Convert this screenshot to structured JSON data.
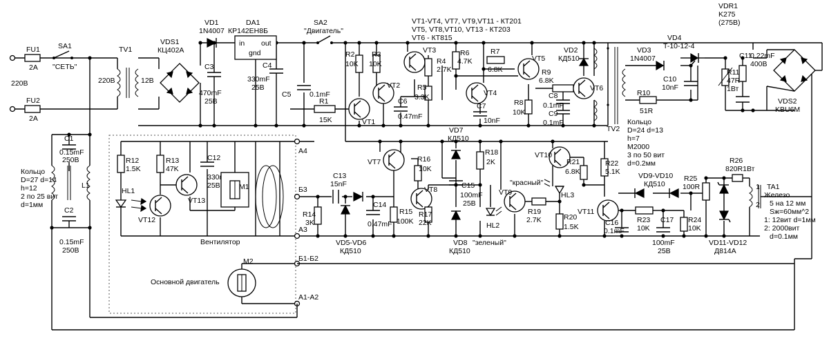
{
  "mains": {
    "voltage": "220В",
    "fu1": "FU1",
    "fu1_val": "2A",
    "fu2": "FU2",
    "fu2_val": "2A",
    "sa1": "SA1",
    "sa1_name": "\"СЕТЬ\""
  },
  "emi_filter": {
    "c1": "C1",
    "c1_val": "0.15mF",
    "c1_volt": "250В",
    "c2": "C2",
    "c2_val": "0.15mF",
    "c2_volt": "250В",
    "l1": "L1",
    "core": [
      "Кольцо",
      "D=27 d=14",
      "h=12",
      "2 по 25 вит",
      "d=1мм"
    ]
  },
  "supply": {
    "tv1": "TV1",
    "tv1_primary": "220В",
    "tv1_secondary": "12В",
    "vds1": "VDS1",
    "vds1_type": "КЦ402А",
    "vd1": "VD1",
    "vd1_type": "1N4007",
    "da1": "DA1",
    "da1_type": "КР142ЕН8Б",
    "da1_in": "in",
    "da1_out": "out",
    "da1_gnd": "gnd",
    "c3": "C3",
    "c3_val": "470mF",
    "c3_volt": "25В",
    "c4": "C4",
    "c4_val": "330mF",
    "c4_volt": "25В",
    "c5": "C5",
    "c5_val": "0.1mF",
    "sa2": "SA2",
    "sa2_name": "\"Двигатель\"",
    "r1": "R1",
    "r1_val": "15K"
  },
  "transistor_legend": [
    "VT1-VT4, VT7, VT9,VT11 - КТ201",
    "VT5, VT8,VT10, VT13 - КТ203",
    "VT6 - КТ815"
  ],
  "oscillator": {
    "vt1": "VT1",
    "vt2": "VT2",
    "vt3": "VT3",
    "vt4": "VT4",
    "vt5": "VT5",
    "vt6": "VT6",
    "r2": "R2",
    "r2_val": "10K",
    "r3": "R3",
    "r3_val": "10K",
    "r4": "R4",
    "r4_val": "2.7K",
    "r5": "R5",
    "r5_val": "3.3K",
    "r6": "R6",
    "r6_val": "4.7K",
    "r7": "R7",
    "r7_val": "6.8K",
    "r8": "R8",
    "r8_val": "10K",
    "r9": "R9",
    "r9_val": "6.8K",
    "c6": "C6",
    "c6_val": "0.47mF",
    "c7": "C7",
    "c7_val": "10nF",
    "c8": "C8",
    "c8_val": "0.1mF",
    "c9": "C9",
    "c9_val": "0.1mF",
    "vd2": "VD2",
    "vd2_type": "КД510",
    "tv2": "TV2",
    "tv2_core": [
      "Кольцо",
      "D=24 d=13",
      "h=7",
      "M2000",
      "3 по 50 вит",
      "d=0.2мм"
    ]
  },
  "power_stage": {
    "vd3": "VD3",
    "vd3_type": "1N4007",
    "vd4": "VD4",
    "vd4_type": "T-10-12-4",
    "vdr1": "VDR1",
    "vdr1_type": "K275",
    "vdr1_volt": "(275B)",
    "c10": "C10",
    "c10_val": "10nF",
    "c11": "C11",
    "c11_val": "0.22mF",
    "c11_volt": "400В",
    "r10": "R10",
    "r10_val": "51R",
    "r11": "R11",
    "r11_val": "47R",
    "r11_power": "1Вт",
    "vds2": "VDS2",
    "vds2_type": "KBU6M"
  },
  "fan_module": {
    "title": "Вентилятор",
    "r12": "R12",
    "r12_val": "1.5K",
    "r13": "R13",
    "r13_val": "47K",
    "c12": "C12",
    "c12_val": "330mF",
    "c12_volt": "25В",
    "hl1": "HL1",
    "vt12": "VT12",
    "vt13": "VT13",
    "m1": "M1",
    "motor_title": "Основной двигатель",
    "m2": "M2"
  },
  "terminals": {
    "a4": "A4",
    "b3": "Б3",
    "a3": "A3",
    "b12": "Б1-Б2",
    "a12": "A1-A2"
  },
  "control": {
    "c13": "C13",
    "c13_val": "15nF",
    "c14": "C14",
    "c14_val": "0.47mF",
    "r14": "R14",
    "r14_val": "3K",
    "vd56": "VD5-VD6",
    "vd56_type": "КД510",
    "vt7": "VT7",
    "vt8": "VT8",
    "vt9": "VT9",
    "vt10": "VT10",
    "vt11": "VT11",
    "r15": "R15",
    "r15_val": "100K",
    "r16": "R16",
    "r16_val": "10K",
    "r17": "R17",
    "r17_val": "22K",
    "r18": "R18",
    "r18_val": "2K",
    "vd7": "VD7",
    "vd7_type": "КД510",
    "vd8": "VD8",
    "vd8_type": "КД510",
    "c15": "C15",
    "c15_val": "100mF",
    "c15_volt": "25В",
    "hl2": "HL2",
    "hl2_name": "\"зеленый\"",
    "r19": "R19",
    "r19_val": "2.7K",
    "r20": "R20",
    "r20_val": "1.5K",
    "r21": "R21",
    "r21_val": "6.8K",
    "r22": "R22",
    "r22_val": "5.1K",
    "hl3": "HL3",
    "hl3_name": "\"красный\"",
    "c16": "C16",
    "c16_val": "0.1mF",
    "r23": "R23",
    "r23_val": "10K",
    "c17": "C17",
    "c17_val": "100mF",
    "c17_volt": "25В",
    "r24": "R24",
    "r24_val": "10K",
    "vd910": "VD9-VD10",
    "vd910_type": "КД510",
    "r25": "R25",
    "r25_val": "100R",
    "r26": "R26",
    "r26_val": "820R1Вт",
    "vd1112": "VD11-VD12",
    "vd1112_type": "Д814А"
  },
  "current_sensor": {
    "ta1": "TA1",
    "spec": [
      "Железо",
      "5 на 12 мм",
      "Sж=60мм^2",
      "1: 12вит d=1мм",
      "2: 2000вит",
      "d=0.1мм"
    ],
    "pin1": "1",
    "pin2": "2"
  }
}
